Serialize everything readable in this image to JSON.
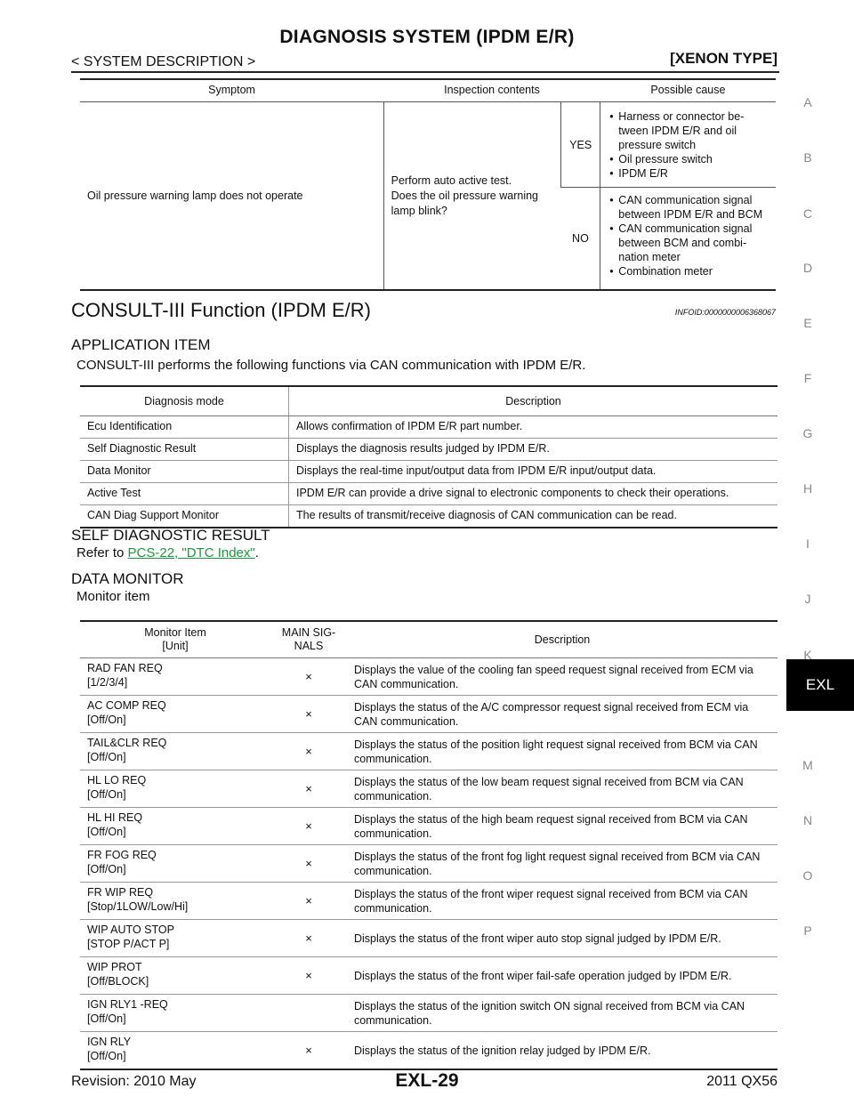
{
  "header": {
    "title": "DIAGNOSIS SYSTEM (IPDM E/R)",
    "breadcrumb": "< SYSTEM DESCRIPTION >",
    "type_label": "[XENON TYPE]"
  },
  "side_index": [
    "A",
    "B",
    "C",
    "D",
    "E",
    "F",
    "G",
    "H",
    "I",
    "J",
    "K",
    "EXL",
    "M",
    "N",
    "O",
    "P"
  ],
  "symptom_table": {
    "headers": [
      "Symptom",
      "Inspection contents",
      "Possible cause"
    ],
    "symptom": "Oil pressure warning lamp does not operate",
    "inspection": "Perform auto active test.\nDoes the oil pressure warning lamp blink?",
    "yes_label": "YES",
    "yes_causes": [
      "Harness or connector be-tween IPDM E/R and oil pressure switch",
      "Oil pressure switch",
      "IPDM E/R"
    ],
    "no_label": "NO",
    "no_causes": [
      "CAN communication signal between IPDM E/R and BCM",
      "CAN communication signal between BCM and combi-nation meter",
      "Combination meter"
    ]
  },
  "section": {
    "title": "CONSULT-III Function (IPDM E/R)",
    "infoid": "INFOID:0000000006368067"
  },
  "application_item": {
    "heading": "APPLICATION ITEM",
    "intro": "CONSULT-III performs the following functions via CAN communication with IPDM E/R.",
    "headers": [
      "Diagnosis mode",
      "Description"
    ],
    "rows": [
      {
        "mode": "Ecu Identification",
        "desc": "Allows confirmation of IPDM E/R part number."
      },
      {
        "mode": "Self Diagnostic Result",
        "desc": "Displays the diagnosis results judged by IPDM E/R."
      },
      {
        "mode": "Data Monitor",
        "desc": "Displays the real-time input/output data from IPDM E/R input/output data."
      },
      {
        "mode": "Active Test",
        "desc": "IPDM E/R can provide a drive signal to electronic components to check their operations."
      },
      {
        "mode": "CAN Diag Support Monitor",
        "desc": "The results of transmit/receive diagnosis of CAN communication can be read."
      }
    ]
  },
  "self_diagnostic": {
    "heading": "SELF DIAGNOSTIC RESULT",
    "refer_prefix": "Refer to ",
    "link_text": "PCS-22, \"DTC Index\"",
    "refer_suffix": "."
  },
  "data_monitor": {
    "heading": "DATA MONITOR",
    "subheading": "Monitor item",
    "headers": {
      "item_line1": "Monitor Item",
      "item_line2": "[Unit]",
      "sig_line1": "MAIN SIG-",
      "sig_line2": "NALS",
      "desc": "Description"
    },
    "rows": [
      {
        "item": "RAD FAN REQ",
        "unit": "[1/2/3/4]",
        "sig": "×",
        "desc": "Displays the value of the cooling fan speed request signal received from ECM via CAN communication."
      },
      {
        "item": "AC COMP REQ",
        "unit": "[Off/On]",
        "sig": "×",
        "desc": "Displays the status of the A/C compressor request signal received from ECM via CAN communication."
      },
      {
        "item": "TAIL&CLR REQ",
        "unit": "[Off/On]",
        "sig": "×",
        "desc": "Displays the status of the position light request signal received from BCM via CAN communication."
      },
      {
        "item": "HL LO REQ",
        "unit": "[Off/On]",
        "sig": "×",
        "desc": "Displays the status of the low beam request signal received from BCM via CAN communication."
      },
      {
        "item": "HL HI REQ",
        "unit": "[Off/On]",
        "sig": "×",
        "desc": "Displays the status of the high beam request signal received from BCM via CAN communication."
      },
      {
        "item": "FR FOG REQ",
        "unit": "[Off/On]",
        "sig": "×",
        "desc": "Displays the status of the front fog light request signal received from BCM via CAN communication."
      },
      {
        "item": "FR WIP REQ",
        "unit": "[Stop/1LOW/Low/Hi]",
        "sig": "×",
        "desc": "Displays the status of the front wiper request signal received from BCM via CAN communication."
      },
      {
        "item": "WIP AUTO STOP",
        "unit": "[STOP P/ACT P]",
        "sig": "×",
        "desc": "Displays the status of the front wiper auto stop signal judged by IPDM E/R."
      },
      {
        "item": "WIP PROT",
        "unit": "[Off/BLOCK]",
        "sig": "×",
        "desc": "Displays the status of the front wiper fail-safe operation judged by IPDM E/R."
      },
      {
        "item": "IGN RLY1 -REQ",
        "unit": "[Off/On]",
        "sig": "",
        "desc": "Displays the status of the ignition switch ON signal received from BCM via CAN communication."
      },
      {
        "item": "IGN RLY",
        "unit": "[Off/On]",
        "sig": "×",
        "desc": "Displays the status of the ignition relay judged by IPDM E/R."
      }
    ]
  },
  "footer": {
    "revision": "Revision: 2010 May",
    "page": "EXL-29",
    "model": "2011 QX56"
  }
}
